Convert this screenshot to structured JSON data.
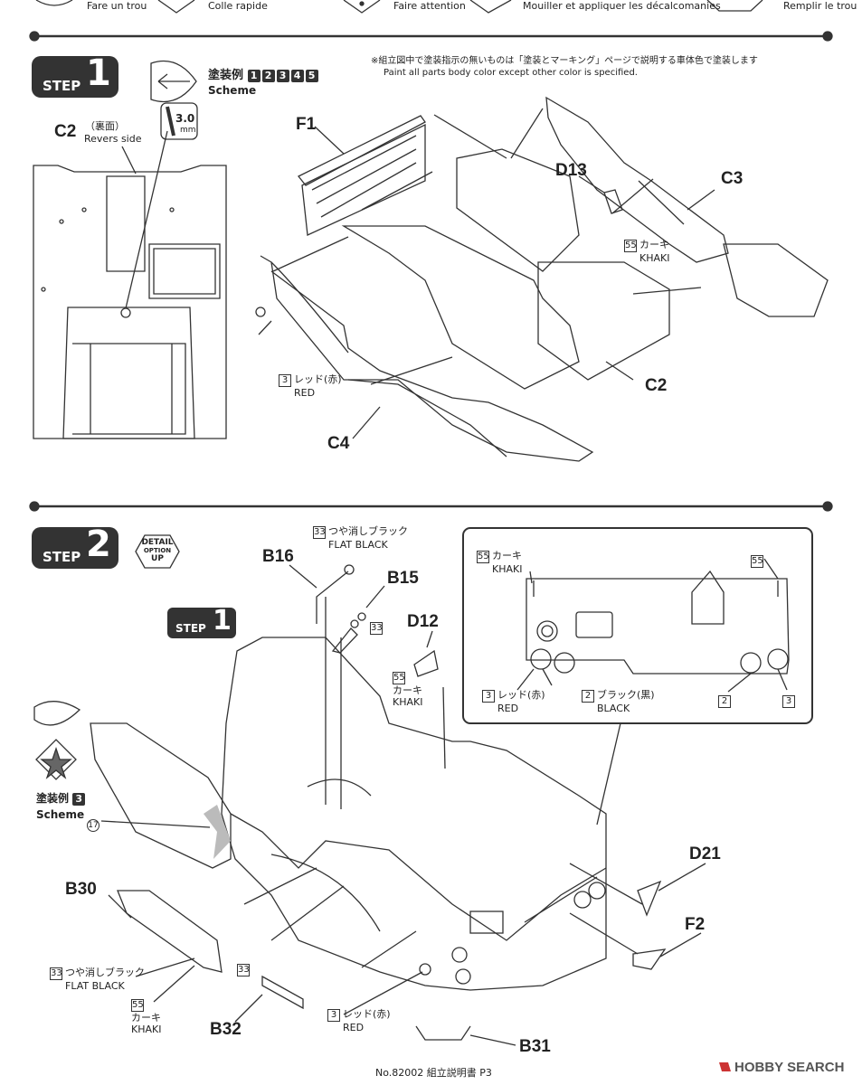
{
  "top_legend": {
    "items": [
      {
        "icon": "drill-hole-icon",
        "text": "Fare un trou"
      },
      {
        "icon": "glue-icon",
        "text": "Colle rapide"
      },
      {
        "icon": "caution-icon",
        "text": "Faire attention"
      },
      {
        "icon": "decal-icon",
        "text": "Mouiller et appliquer les décalcomanies"
      },
      {
        "icon": "fill-hole-icon",
        "text": "Remplir le trou"
      }
    ]
  },
  "step1": {
    "badge_word": "STEP",
    "badge_num": "1",
    "scheme_jp": "塗装例",
    "scheme_nums": [
      "1",
      "2",
      "3",
      "4",
      "5"
    ],
    "scheme_en": "Scheme",
    "drill_size": "3.0",
    "drill_unit": "mm",
    "note_jp": "※組立図中で塗装指示の無いものは「塗装とマーキング」ページで説明する車体色で塗装します",
    "note_en": "Paint all parts body color except other color is specified.",
    "reverse_part": "C2",
    "reverse_jp": "（裏面）",
    "reverse_en": "Revers side",
    "labels": {
      "f1": "F1",
      "d13": "D13",
      "c3": "C3",
      "c2": "C2",
      "c4": "C4"
    },
    "paint_khaki_num": "55",
    "paint_khaki_jp": "カーキ",
    "paint_khaki_en": "KHAKI",
    "paint_red_num": "3",
    "paint_red_jp": "レッド(赤)",
    "paint_red_en": "RED"
  },
  "step2": {
    "badge_word": "STEP",
    "badge_num": "2",
    "detail_top": "DETAIL",
    "detail_mid": "OPTION",
    "detail_bot": "UP",
    "ref_word": "STEP",
    "ref_num": "1",
    "scheme_jp": "塗装例",
    "scheme_num": "3",
    "scheme_en": "Scheme",
    "decal_num": "17",
    "labels": {
      "b16": "B16",
      "b15": "B15",
      "d12": "D12",
      "d21": "D21",
      "f2": "F2",
      "b30": "B30",
      "b32": "B32",
      "b31": "B31"
    },
    "flat_black_num": "33",
    "flat_black_jp": "つや消しブラック",
    "flat_black_en": "FLAT BLACK",
    "khaki_num": "55",
    "khaki_jp": "カーキ",
    "khaki_en": "KHAKI",
    "red_num": "3",
    "red_jp": "レッド(赤)",
    "red_en": "RED",
    "black_num": "2",
    "black_jp": "ブラック(黒)",
    "black_en": "BLACK",
    "inset_khaki_num_right": "55",
    "inset_num_2": "2",
    "inset_num_3": "3"
  },
  "footer": {
    "page_text": "No.82002 組立説明書 P3",
    "brand": "HOBBY SEARCH"
  }
}
